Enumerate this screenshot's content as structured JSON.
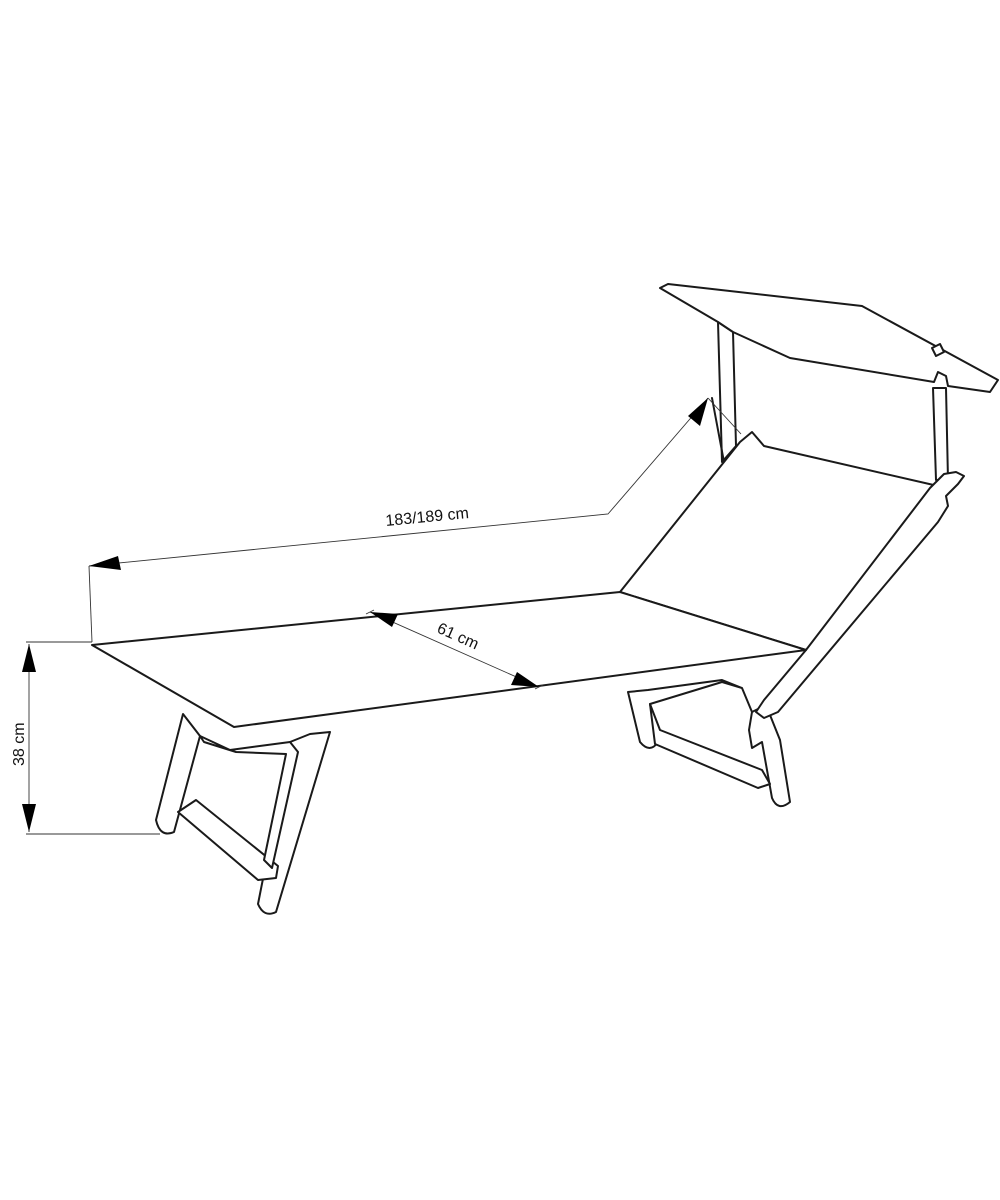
{
  "dimensions": {
    "length": "183/189 cm",
    "width": "61 cm",
    "height": "38 cm"
  },
  "colors": {
    "line": "#1a1a1a",
    "background": "#ffffff"
  }
}
